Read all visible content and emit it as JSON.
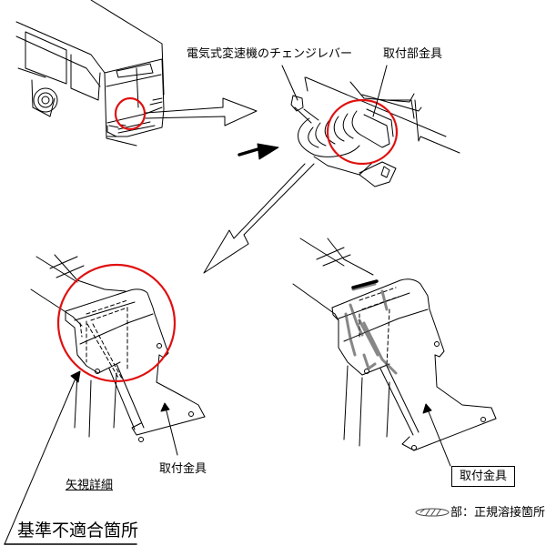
{
  "labels": {
    "change_lever": "電気式変速機のチェンジレバー",
    "bracket_top": "取付部金具",
    "arrow_view_detail": "矢視詳細",
    "bracket_left": "取付金具",
    "bracket_right": "取付金具",
    "nonconforming": "基準不適合箇所",
    "weld_legend": "部：正規溶接箇所"
  },
  "colors": {
    "highlight_circle": "#e01010",
    "line": "#000000"
  }
}
